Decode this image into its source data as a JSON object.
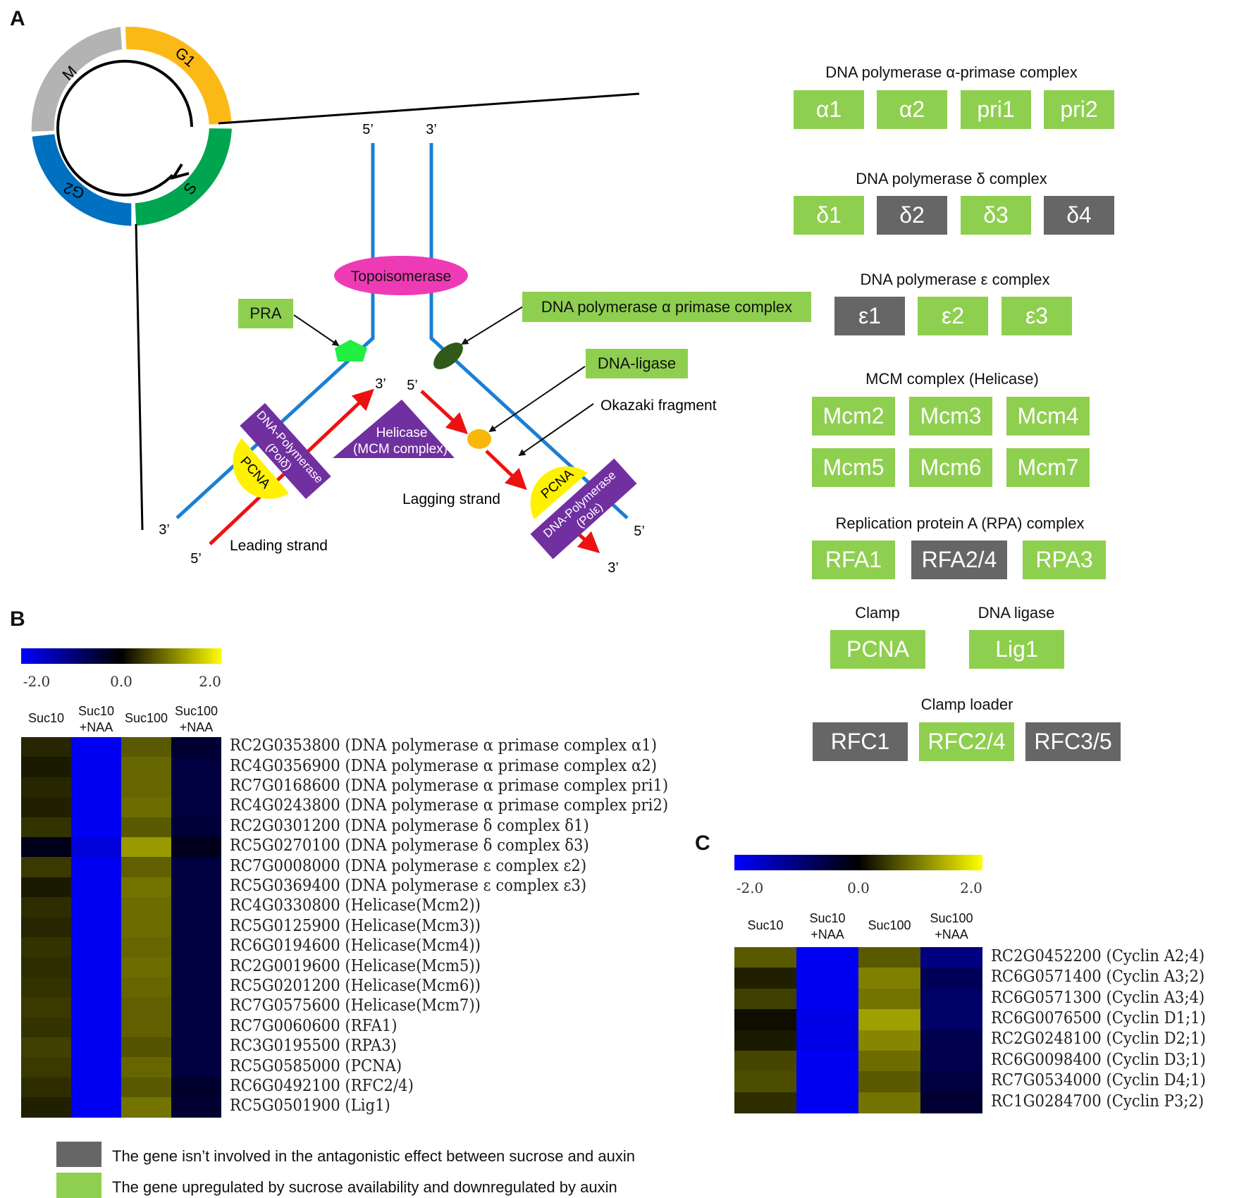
{
  "panels": {
    "a": "A",
    "b": "B",
    "c": "C"
  },
  "cycle": {
    "m": "M",
    "g1": "G1",
    "s": "S",
    "g2": "G2"
  },
  "diagram": {
    "five_prime": "5’",
    "three_prime": "3’",
    "topoisomerase": "Topoisomerase",
    "pra": "PRA",
    "dna_pol_alpha_primase": "DNA polymerase α primase complex",
    "dna_ligase": "DNA-ligase",
    "okazaki": "Okazaki fragment",
    "helicase_1": "Helicase",
    "helicase_2": "(MCM complex)",
    "pcna": "PCNA",
    "pol_delta_1": "DNA-Polymerase",
    "pol_delta_2": "(Polδ)",
    "pol_eps_1": "DNA-Polymerase",
    "pol_eps_2": "(Polε)",
    "leading": "Leading strand",
    "lagging": "Lagging strand"
  },
  "complexes": {
    "alpha": {
      "title": "DNA polymerase α-primase complex",
      "items": [
        {
          "label": "α1",
          "status": "up"
        },
        {
          "label": "α2",
          "status": "up"
        },
        {
          "label": "pri1",
          "status": "up"
        },
        {
          "label": "pri2",
          "status": "up"
        }
      ]
    },
    "delta": {
      "title": "DNA polymerase δ complex",
      "items": [
        {
          "label": "δ1",
          "status": "up"
        },
        {
          "label": "δ2",
          "status": "no"
        },
        {
          "label": "δ3",
          "status": "up"
        },
        {
          "label": "δ4",
          "status": "no"
        }
      ]
    },
    "epsilon": {
      "title": "DNA polymerase ε complex",
      "items": [
        {
          "label": "ε1",
          "status": "no"
        },
        {
          "label": "ε2",
          "status": "up"
        },
        {
          "label": "ε3",
          "status": "up"
        }
      ]
    },
    "mcm": {
      "title": "MCM complex (Helicase)",
      "items": [
        {
          "label": "Mcm2",
          "status": "up"
        },
        {
          "label": "Mcm3",
          "status": "up"
        },
        {
          "label": "Mcm4",
          "status": "up"
        },
        {
          "label": "Mcm5",
          "status": "up"
        },
        {
          "label": "Mcm6",
          "status": "up"
        },
        {
          "label": "Mcm7",
          "status": "up"
        }
      ]
    },
    "rpa": {
      "title": "Replication protein A (RPA) complex",
      "items": [
        {
          "label": "RFA1",
          "status": "up"
        },
        {
          "label": "RFA2/4",
          "status": "no"
        },
        {
          "label": "RPA3",
          "status": "up"
        }
      ]
    },
    "clamp": {
      "title": "Clamp",
      "items": [
        {
          "label": "PCNA",
          "status": "up"
        }
      ]
    },
    "ligase": {
      "title": "DNA ligase",
      "items": [
        {
          "label": "Lig1",
          "status": "up"
        }
      ]
    },
    "loader": {
      "title": "Clamp loader",
      "items": [
        {
          "label": "RFC1",
          "status": "no"
        },
        {
          "label": "RFC2/4",
          "status": "up"
        },
        {
          "label": "RFC3/5",
          "status": "no"
        }
      ]
    }
  },
  "colors": {
    "up": "#8fcf4f",
    "not_involved": "#666666",
    "scale_low": "#0000ff",
    "scale_mid": "#000000",
    "scale_high": "#ffff00"
  },
  "heatmap_b": {
    "scale": {
      "min": "-2.0",
      "mid": "0.0",
      "max": "2.0"
    },
    "columns": [
      {
        "l1": "Suc10",
        "l2": ""
      },
      {
        "l1": "Suc10",
        "l2": "+NAA"
      },
      {
        "l1": "Suc100",
        "l2": ""
      },
      {
        "l1": "Suc100",
        "l2": "+NAA"
      }
    ],
    "rows": [
      {
        "gene": "RC2G0353800",
        "desc": "(DNA polymerase α primase complex α1)",
        "values": [
          0.3,
          -1.9,
          0.7,
          -0.4
        ]
      },
      {
        "gene": "RC4G0356900",
        "desc": "(DNA polymerase α primase complex α2)",
        "values": [
          0.2,
          -1.9,
          0.8,
          -0.5
        ]
      },
      {
        "gene": "RC7G0168600",
        "desc": "(DNA polymerase α primase complex pri1)",
        "values": [
          0.3,
          -1.9,
          0.8,
          -0.5
        ]
      },
      {
        "gene": "RC4G0243800",
        "desc": "(DNA polymerase α primase complex pri2)",
        "values": [
          0.25,
          -1.9,
          0.85,
          -0.5
        ]
      },
      {
        "gene": "RC2G0301200",
        "desc": "(DNA polymerase δ complex δ1)",
        "values": [
          0.4,
          -1.9,
          0.7,
          -0.45
        ]
      },
      {
        "gene": "RC5G0270100",
        "desc": "(DNA polymerase δ complex δ3)",
        "values": [
          -0.2,
          -1.7,
          1.2,
          -0.2
        ]
      },
      {
        "gene": "RC7G0008000",
        "desc": "(DNA polymerase ε complex ε2)",
        "values": [
          0.45,
          -1.9,
          0.75,
          -0.5
        ]
      },
      {
        "gene": "RC5G0369400",
        "desc": "(DNA polymerase ε complex ε3)",
        "values": [
          0.2,
          -1.9,
          0.9,
          -0.5
        ]
      },
      {
        "gene": "RC4G0330800",
        "desc": "(Helicase(Mcm2))",
        "values": [
          0.35,
          -1.9,
          0.85,
          -0.5
        ]
      },
      {
        "gene": "RC5G0125900",
        "desc": "(Helicase(Mcm3))",
        "values": [
          0.3,
          -1.9,
          0.85,
          -0.5
        ]
      },
      {
        "gene": "RC6G0194600",
        "desc": "(Helicase(Mcm4))",
        "values": [
          0.4,
          -1.9,
          0.8,
          -0.5
        ]
      },
      {
        "gene": "RC2G0019600",
        "desc": "(Helicase(Mcm5))",
        "values": [
          0.35,
          -1.9,
          0.85,
          -0.5
        ]
      },
      {
        "gene": "RC5G0201200",
        "desc": "(Helicase(Mcm6))",
        "values": [
          0.4,
          -1.9,
          0.8,
          -0.5
        ]
      },
      {
        "gene": "RC7G0575600",
        "desc": "(Helicase(Mcm7))",
        "values": [
          0.45,
          -1.9,
          0.75,
          -0.5
        ]
      },
      {
        "gene": "RC7G0060600",
        "desc": "(RFA1)",
        "values": [
          0.4,
          -1.9,
          0.75,
          -0.5
        ]
      },
      {
        "gene": "RC3G0195500",
        "desc": "(RPA3)",
        "values": [
          0.5,
          -1.9,
          0.65,
          -0.5
        ]
      },
      {
        "gene": "RC5G0585000",
        "desc": "(PCNA)",
        "values": [
          0.45,
          -1.9,
          0.8,
          -0.5
        ]
      },
      {
        "gene": "RC6G0492100",
        "desc": "(RFC2/4)",
        "values": [
          0.35,
          -1.9,
          0.7,
          -0.35
        ]
      },
      {
        "gene": "RC5G0501900",
        "desc": "(Lig1)",
        "values": [
          0.25,
          -1.9,
          0.9,
          -0.4
        ]
      }
    ]
  },
  "heatmap_c": {
    "scale": {
      "min": "-2.0",
      "mid": "0.0",
      "max": "2.0"
    },
    "columns": [
      {
        "l1": "Suc10",
        "l2": ""
      },
      {
        "l1": "Suc10",
        "l2": "+NAA"
      },
      {
        "l1": "Suc100",
        "l2": ""
      },
      {
        "l1": "Suc100",
        "l2": "+NAA"
      }
    ],
    "rows": [
      {
        "gene": "RC2G0452200",
        "desc": "(Cyclin A2;4)",
        "values": [
          0.7,
          -1.9,
          0.7,
          -1.0
        ]
      },
      {
        "gene": "RC6G0571400",
        "desc": "(Cyclin A3;2)",
        "values": [
          0.25,
          -1.9,
          1.0,
          -0.7
        ]
      },
      {
        "gene": "RC6G0571300",
        "desc": "(Cyclin A3;4)",
        "values": [
          0.5,
          -1.9,
          0.9,
          -0.8
        ]
      },
      {
        "gene": "RC6G0076500",
        "desc": "(Cyclin D1;1)",
        "values": [
          0.1,
          -1.8,
          1.25,
          -0.8
        ]
      },
      {
        "gene": "RC2G0248100",
        "desc": "(Cyclin D2;1)",
        "values": [
          0.2,
          -1.8,
          1.05,
          -0.6
        ]
      },
      {
        "gene": "RC6G0098400",
        "desc": "(Cyclin D3;1)",
        "values": [
          0.55,
          -1.9,
          0.85,
          -0.6
        ]
      },
      {
        "gene": "RC7G0534000",
        "desc": "(Cyclin D4;1)",
        "values": [
          0.6,
          -1.9,
          0.7,
          -0.5
        ]
      },
      {
        "gene": "RC1G0284700",
        "desc": "(Cyclin P3;2)",
        "values": [
          0.35,
          -1.9,
          0.9,
          -0.4
        ]
      }
    ]
  },
  "legend": {
    "gray": "The gene isn’t involved in the antagonistic effect between sucrose and auxin",
    "green": "The gene upregulated by sucrose availability and downregulated by auxin"
  }
}
